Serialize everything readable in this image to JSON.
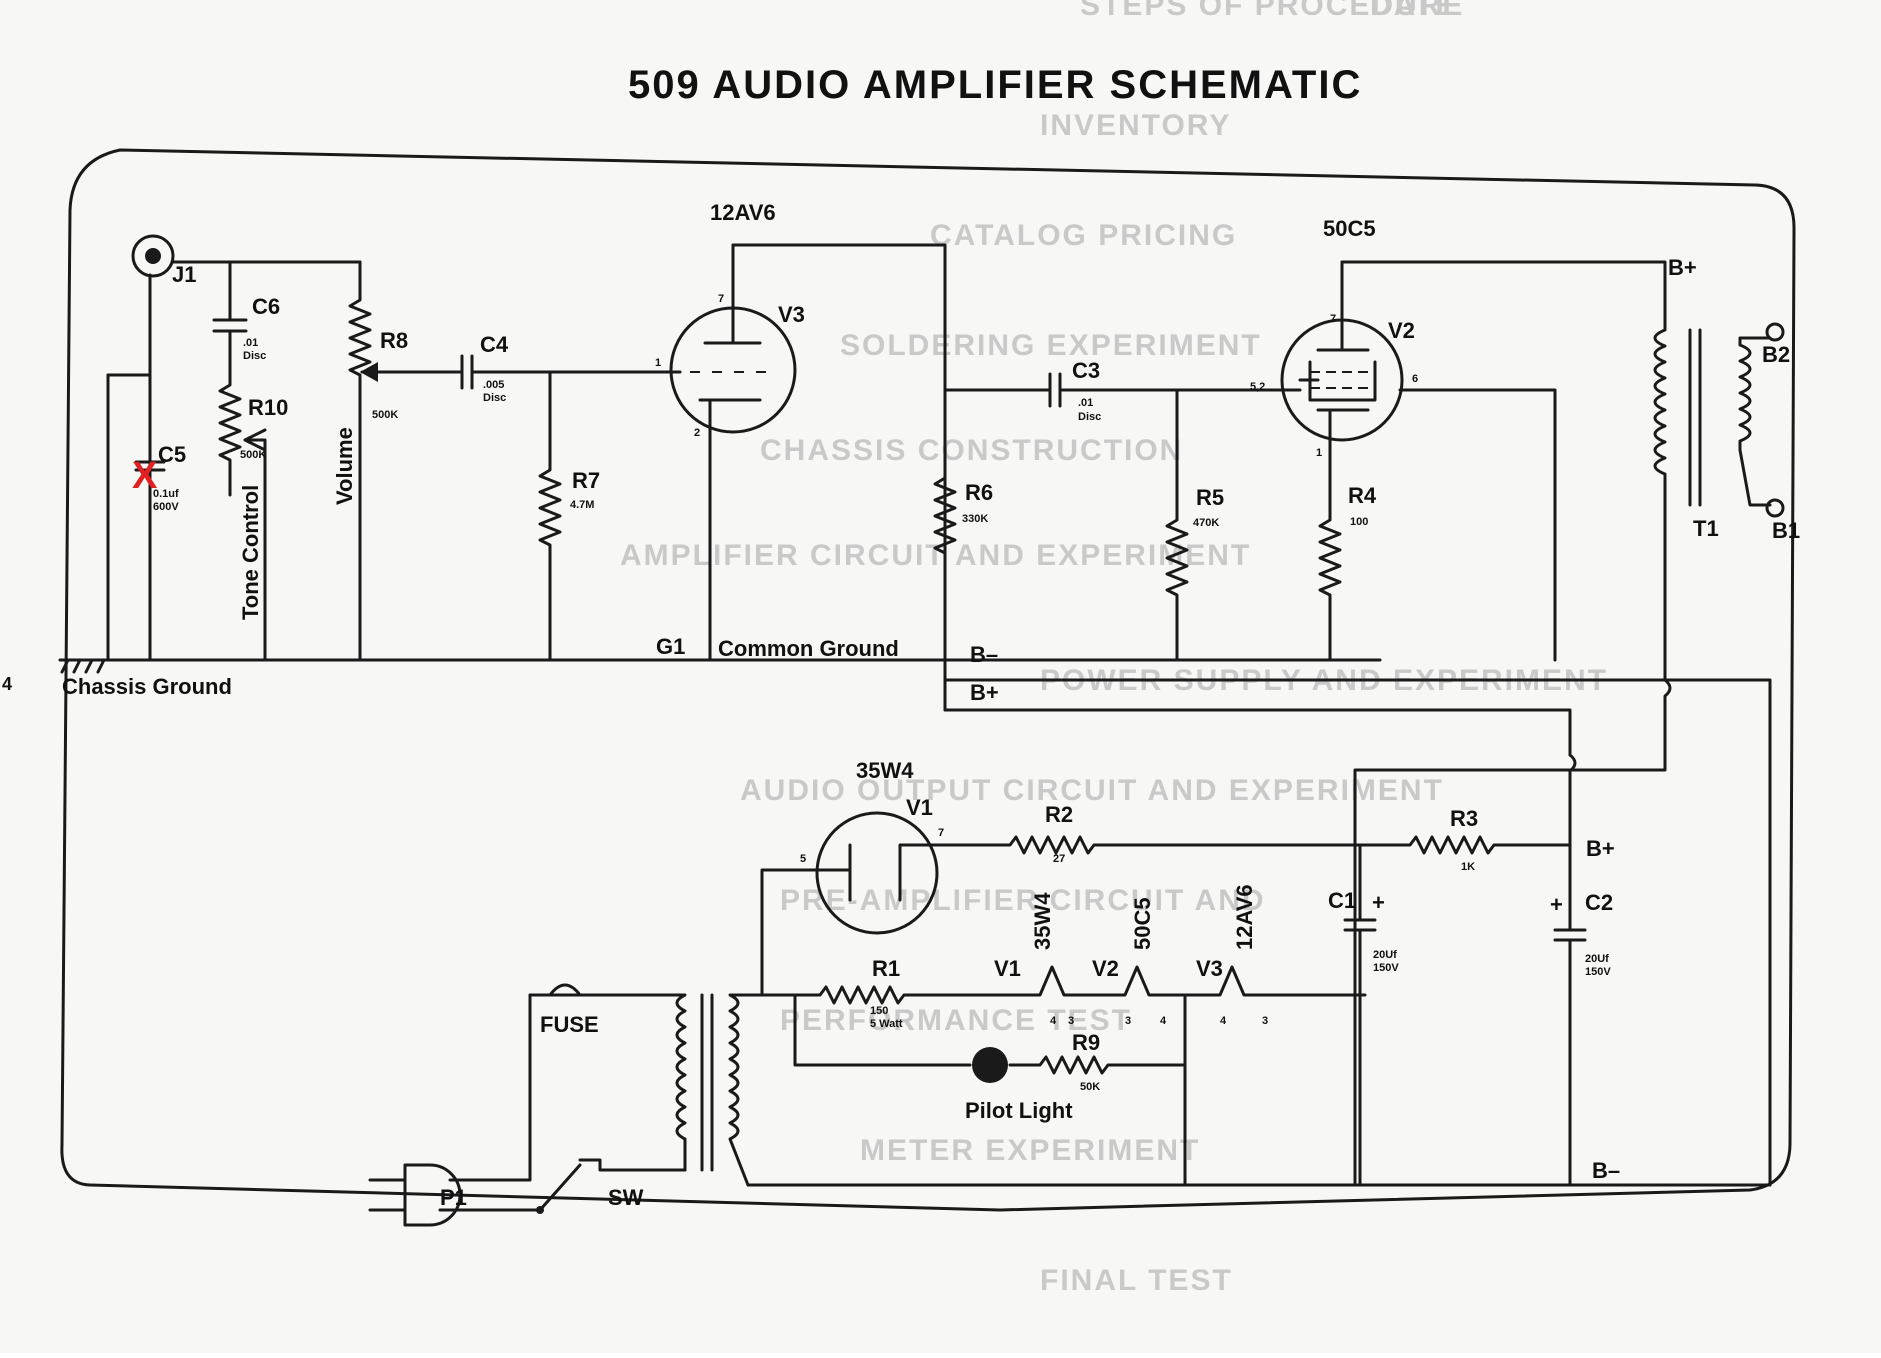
{
  "title": "509 AUDIO AMPLIFIER SCHEMATIC",
  "page_number": "4",
  "ghost_text": [
    "STEPS OF PROCEDURE",
    "DATE",
    "INVENTORY",
    "CATALOG PRICING",
    "SOLDERING EXPERIMENT",
    "CHASSIS CONSTRUCTION",
    "AMPLIFIER CIRCUIT AND EXPERIMENT",
    "POWER SUPPLY AND EXPERIMENT",
    "AUDIO OUTPUT CIRCUIT AND EXPERIMENT",
    "PRE-AMPLIFIER CIRCUIT AND",
    "PERFORMANCE TEST",
    "METER EXPERIMENT",
    "FINAL TEST"
  ],
  "tubes": {
    "v3": {
      "type": "12AV6",
      "ref": "V3",
      "pins": [
        "7",
        "1",
        "2"
      ]
    },
    "v2": {
      "type": "50C5",
      "ref": "V2",
      "pins": [
        "7",
        "5,2",
        "6",
        "1"
      ]
    },
    "v1": {
      "type": "35W4",
      "ref": "V1",
      "pins": [
        "5",
        "7"
      ]
    }
  },
  "connectors": {
    "j1": "J1",
    "b1": "B1",
    "b2": "B2",
    "p1": "P1",
    "sw": "SW",
    "fuse": "FUSE",
    "t1": "T1"
  },
  "capacitors": {
    "c6": {
      "ref": "C6",
      "value1": ".01",
      "value2": "Disc"
    },
    "c5": {
      "ref": "C5",
      "value1": "0.1uf",
      "value2": "600V"
    },
    "c4": {
      "ref": "C4",
      "value1": ".005",
      "value2": "Disc"
    },
    "c3": {
      "ref": "C3",
      "value1": ".01",
      "value2": "Disc"
    },
    "c1": {
      "ref": "C1",
      "value1": "20Uf",
      "value2": "150V",
      "polarity": "+"
    },
    "c2": {
      "ref": "C2",
      "value1": "20Uf",
      "value2": "150V",
      "polarity": "+"
    }
  },
  "resistors": {
    "r10": {
      "ref": "R10",
      "value": "500K"
    },
    "r8": {
      "ref": "R8",
      "value": "500K"
    },
    "r7": {
      "ref": "R7",
      "value": "4.7M"
    },
    "r6": {
      "ref": "R6",
      "value": "330K"
    },
    "r5": {
      "ref": "R5",
      "value": "470K"
    },
    "r4": {
      "ref": "R4",
      "value": "100"
    },
    "r2": {
      "ref": "R2",
      "value": "27"
    },
    "r3": {
      "ref": "R3",
      "value": "1K"
    },
    "r1": {
      "ref": "R1",
      "value1": "150",
      "value2": "5 Watt"
    },
    "r9": {
      "ref": "R9",
      "value": "50K"
    }
  },
  "controls": {
    "tone": "Tone Control",
    "volume": "Volume"
  },
  "heaters": {
    "v1": {
      "ref": "V1",
      "tube": "35W4",
      "pin_a": "4",
      "pin_b": "3"
    },
    "v2": {
      "ref": "V2",
      "tube": "50C5",
      "pin_a": "3",
      "pin_b": "4"
    },
    "v3": {
      "ref": "V3",
      "tube": "12AV6",
      "pin_a": "4",
      "pin_b": "3"
    }
  },
  "nodes": {
    "chassis_ground": "Chassis Ground",
    "common_ground": "Common Ground",
    "g1": "G1",
    "b_minus": "B–",
    "b_plus": "B+",
    "pilot_light": "Pilot Light"
  },
  "marks": {
    "c5_removed": "X"
  },
  "colors": {
    "ink": "#1a1a1a",
    "paper": "#ffffff",
    "ghost_print": "#c9c9c9",
    "red_mark": "#e02020"
  }
}
